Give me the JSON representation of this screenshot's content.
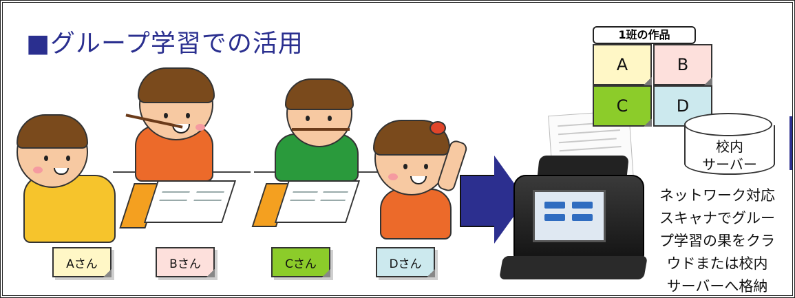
{
  "title": "■グループ学習での活用",
  "students": [
    {
      "label": "Aさん",
      "color": "#fff7c6"
    },
    {
      "label": "Bさん",
      "color": "#fde0dc"
    },
    {
      "label": "Cさん",
      "color": "#8ccc2a"
    },
    {
      "label": "Dさん",
      "color": "#cce9ee"
    }
  ],
  "works": {
    "heading": "1班の作品",
    "items": [
      {
        "label": "A",
        "color": "#fff7c6"
      },
      {
        "label": "B",
        "color": "#fde0dc"
      },
      {
        "label": "C",
        "color": "#8ccc2a"
      },
      {
        "label": "D",
        "color": "#cce9ee"
      }
    ]
  },
  "server": {
    "line1": "校内",
    "line2": "サーバー"
  },
  "caption": [
    "ネットワーク対応",
    "スキャナでグルー",
    "プ学習の果をクラ",
    "ウドまたは校内",
    "サーバーへ格納"
  ],
  "icons": [
    "scanner-icon",
    "arrow-right-icon",
    "server-icon"
  ],
  "accent_color": "#2c2f8f"
}
